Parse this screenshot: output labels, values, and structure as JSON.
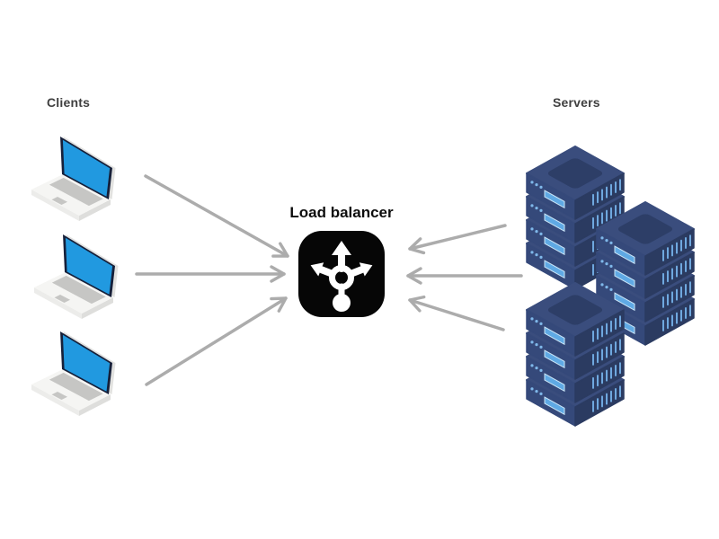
{
  "diagram": {
    "clients": {
      "label": "Clients",
      "count": 3,
      "icon": "laptop-icon"
    },
    "load_balancer": {
      "label": "Load balancer",
      "icon": "load-balancer-icon"
    },
    "servers": {
      "label": "Servers",
      "stack_count": 3,
      "units_per_stack": 4,
      "icon": "server-stack-icon"
    },
    "connections": {
      "client_arrows": 3,
      "server_arrows": 3,
      "description": "arrows point into load balancer"
    },
    "colors": {
      "arrow": "#acacac",
      "side_label_text": "#3f3f3f",
      "title_text": "#0d0d0d",
      "laptop_screen": "#2199e0",
      "laptop_frame": "#16203a",
      "laptop_body": "#f5f5f3",
      "laptop_keys": "#c6c6c4",
      "server_top": "#3a4d7d",
      "server_top_inset": "#2d3e67",
      "server_left_face": "#35497a",
      "server_right_face": "#2b3b61",
      "server_accent": "#5fa9e4",
      "lb_icon_bg": "#060606",
      "lb_icon_glyph": "#ffffff"
    }
  }
}
